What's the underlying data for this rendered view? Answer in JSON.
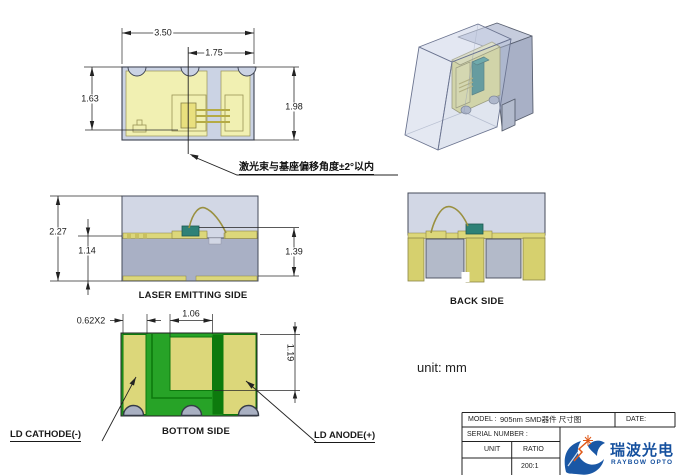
{
  "dims": {
    "top_width": "3.50",
    "top_half": "1.75",
    "top_depth_left": "1.63",
    "top_depth_right": "1.98",
    "side_total": "2.27",
    "side_base": "1.14",
    "side_emit": "1.39",
    "bottom_pads": "0.62X2",
    "bottom_center": "1.06",
    "bottom_length": "1.19"
  },
  "labels": {
    "laser_side": "LASER EMITTING SIDE",
    "back_side": "BACK SIDE",
    "bottom_side": "BOTTOM SIDE",
    "cathode": "LD CATHODE(-)",
    "anode": "LD ANODE(+)",
    "beam_note": "激光束与基座偏移角度±2°以内",
    "unit_note": "unit: mm"
  },
  "title_block": {
    "model_label": "MODEL :",
    "model_value": "905nm SMD器件 尺寸图",
    "date_label": "DATE:",
    "serial_label": "SERIAL NUMBER :",
    "unit_label": "UNIT",
    "ratio_label": "RATIO",
    "ratio_value": "200:1",
    "logo_cn": "瑞波光电",
    "logo_en": "RAYBOW OPTO"
  },
  "colors": {
    "lavender_body": "#cbd3e4",
    "pale_yellow": "#f1f0b2",
    "pad_yellow": "#dcd77a",
    "chip_teal": "#2e8177",
    "base_gray": "#a9b0c5",
    "pcb_green": "#27a327",
    "pcb_green_dark": "#0d7a0d",
    "castellation_gray": "#a9b0c2",
    "logo_blue": "#15509e",
    "logo_orange": "#e05a1a"
  }
}
